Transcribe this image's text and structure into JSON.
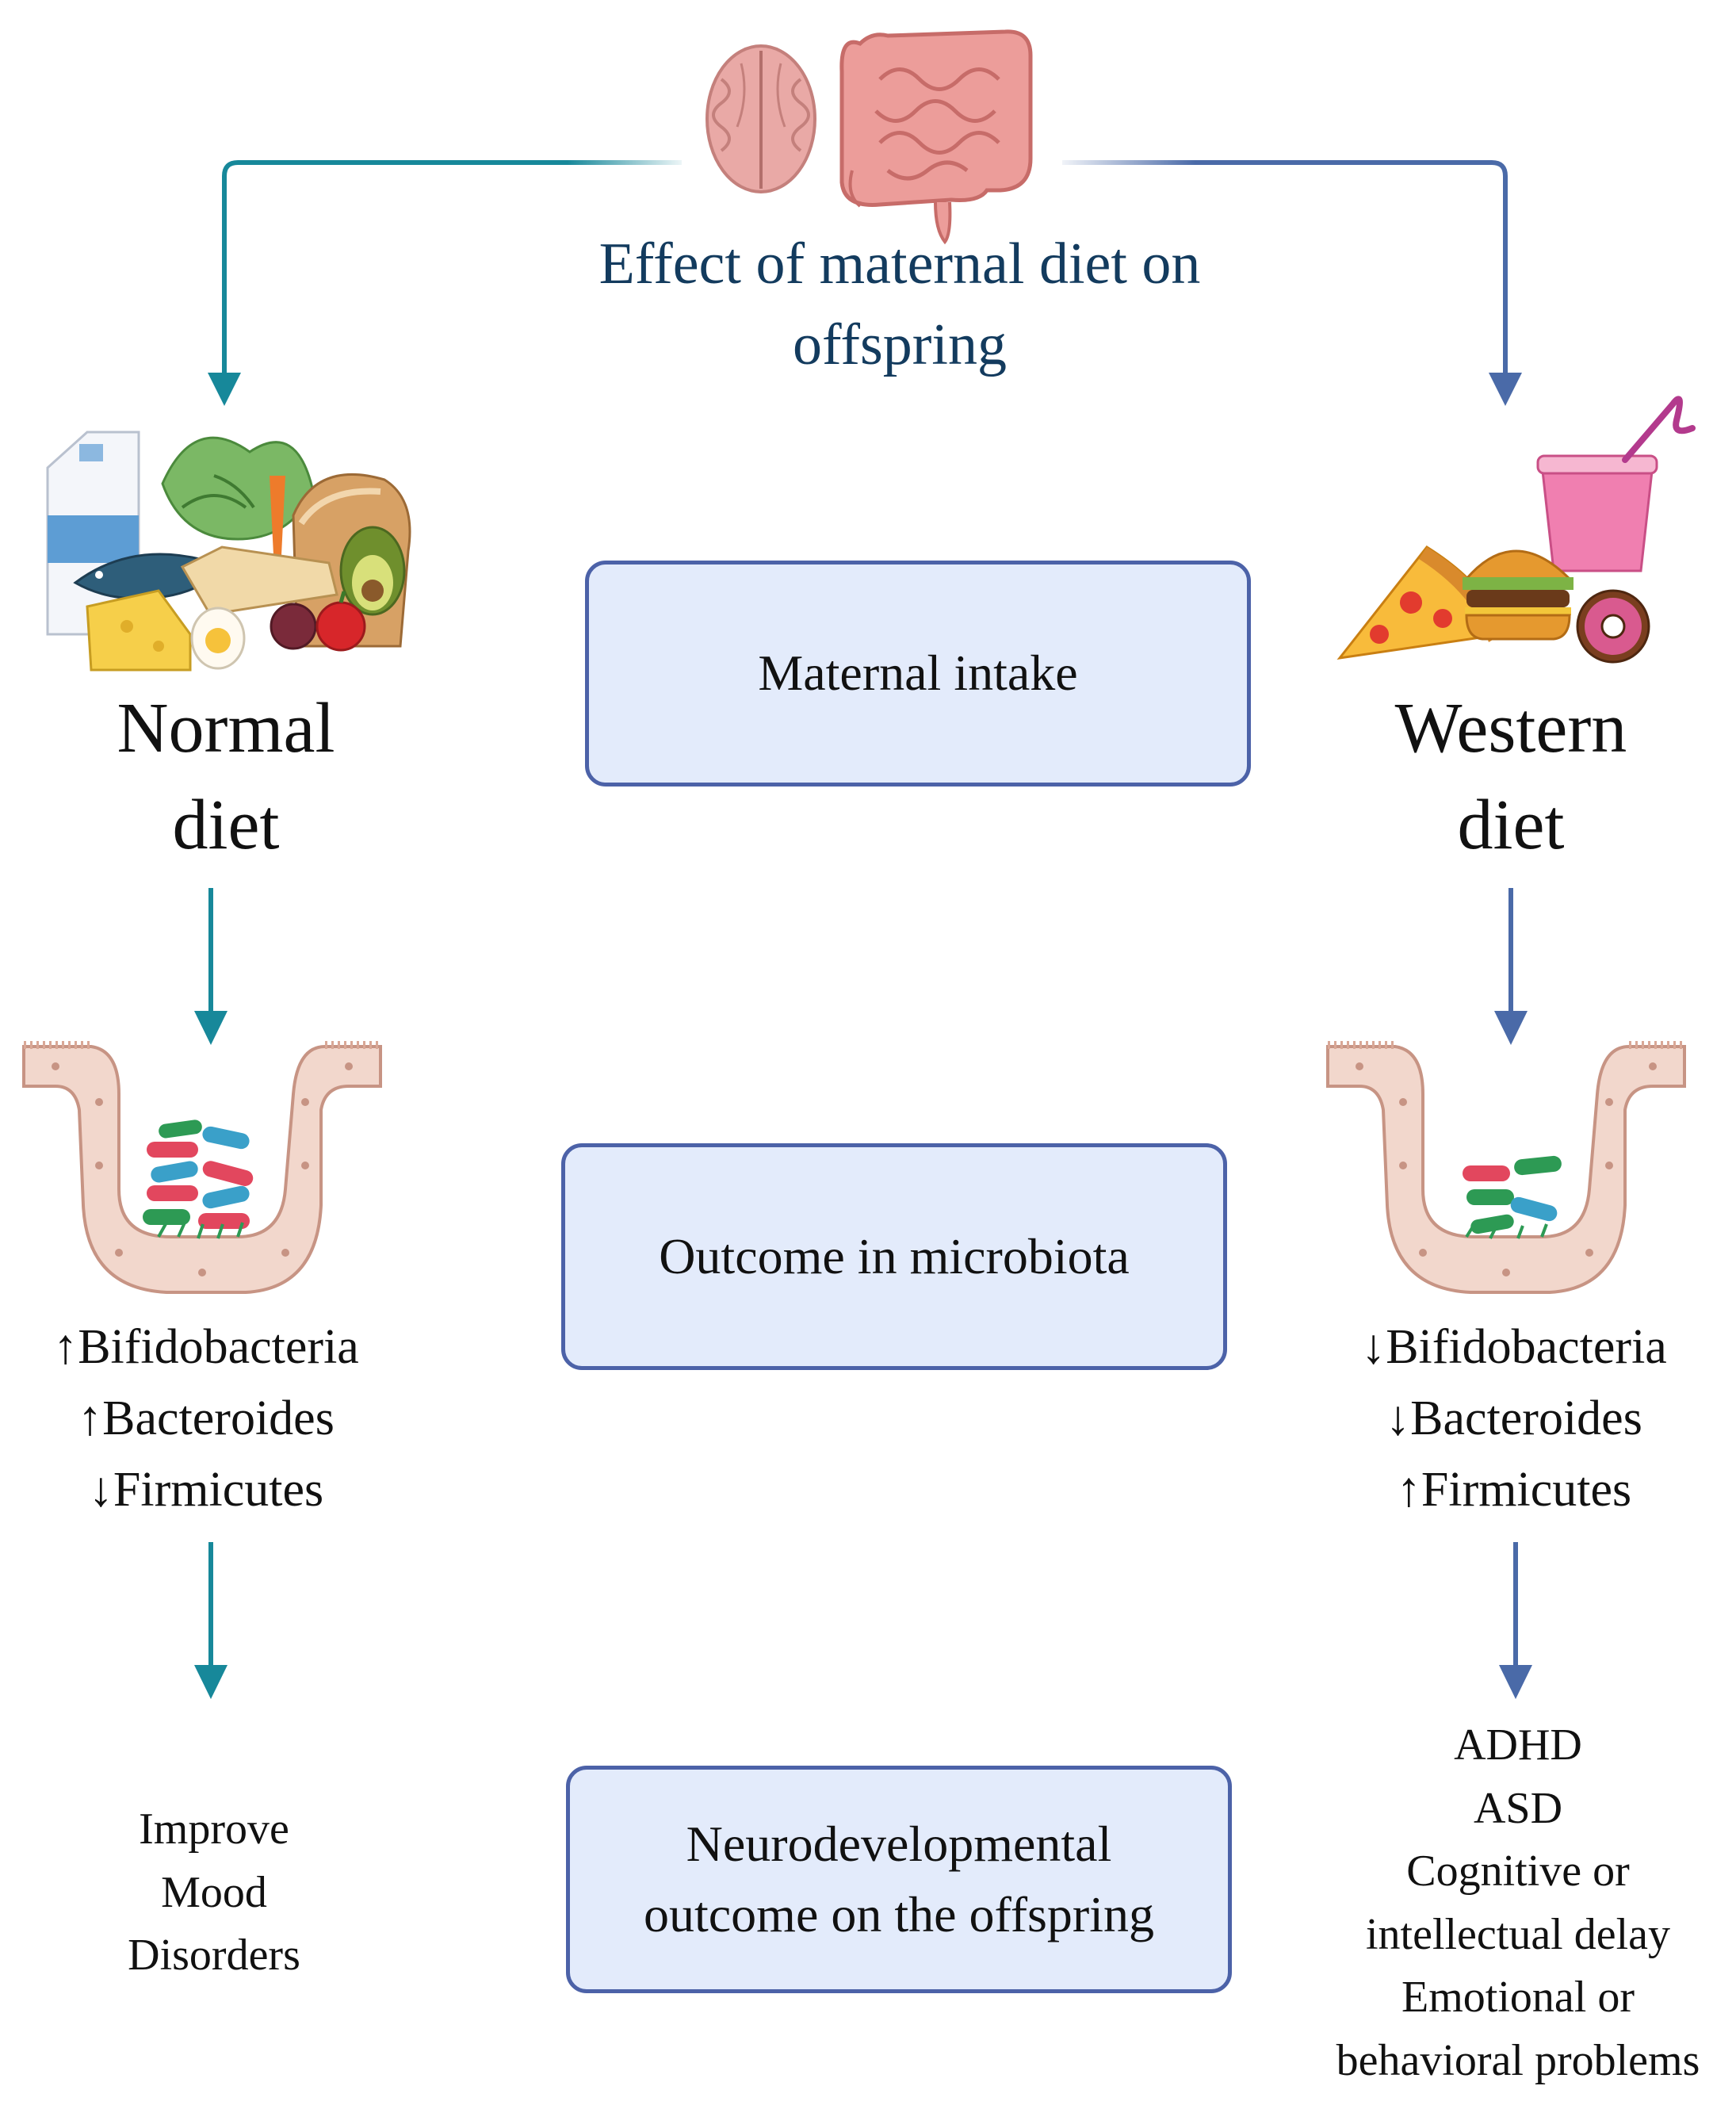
{
  "title": {
    "line1": "Effect of maternal diet on",
    "line2": "offspring"
  },
  "left": {
    "diet_line1": "Normal",
    "diet_line2": "diet",
    "microbiota": [
      "↑Bifidobacteria",
      "↑Bacteroides",
      "↓Firmicutes"
    ],
    "outcome": [
      "Improve",
      "Mood",
      "Disorders"
    ]
  },
  "right": {
    "diet_line1": "Western",
    "diet_line2": "diet",
    "microbiota": [
      "↓Bifidobacteria",
      "↓Bacteroides",
      "↑Firmicutes"
    ],
    "outcome": [
      "ADHD",
      "ASD",
      "Cognitive or",
      "intellectual delay",
      "Emotional or",
      "behavioral problems"
    ]
  },
  "center": {
    "box1": "Maternal intake",
    "box2": "Outcome in microbiota",
    "box3_line1": "Neurodevelopmental",
    "box3_line2": "outcome on the offspring"
  },
  "colors": {
    "left_arrow": "#17889a",
    "right_arrow": "#4a6aa8",
    "title": "#133b5e",
    "box_fill": "#e3ebfb",
    "box_border": "#4c62a8"
  }
}
